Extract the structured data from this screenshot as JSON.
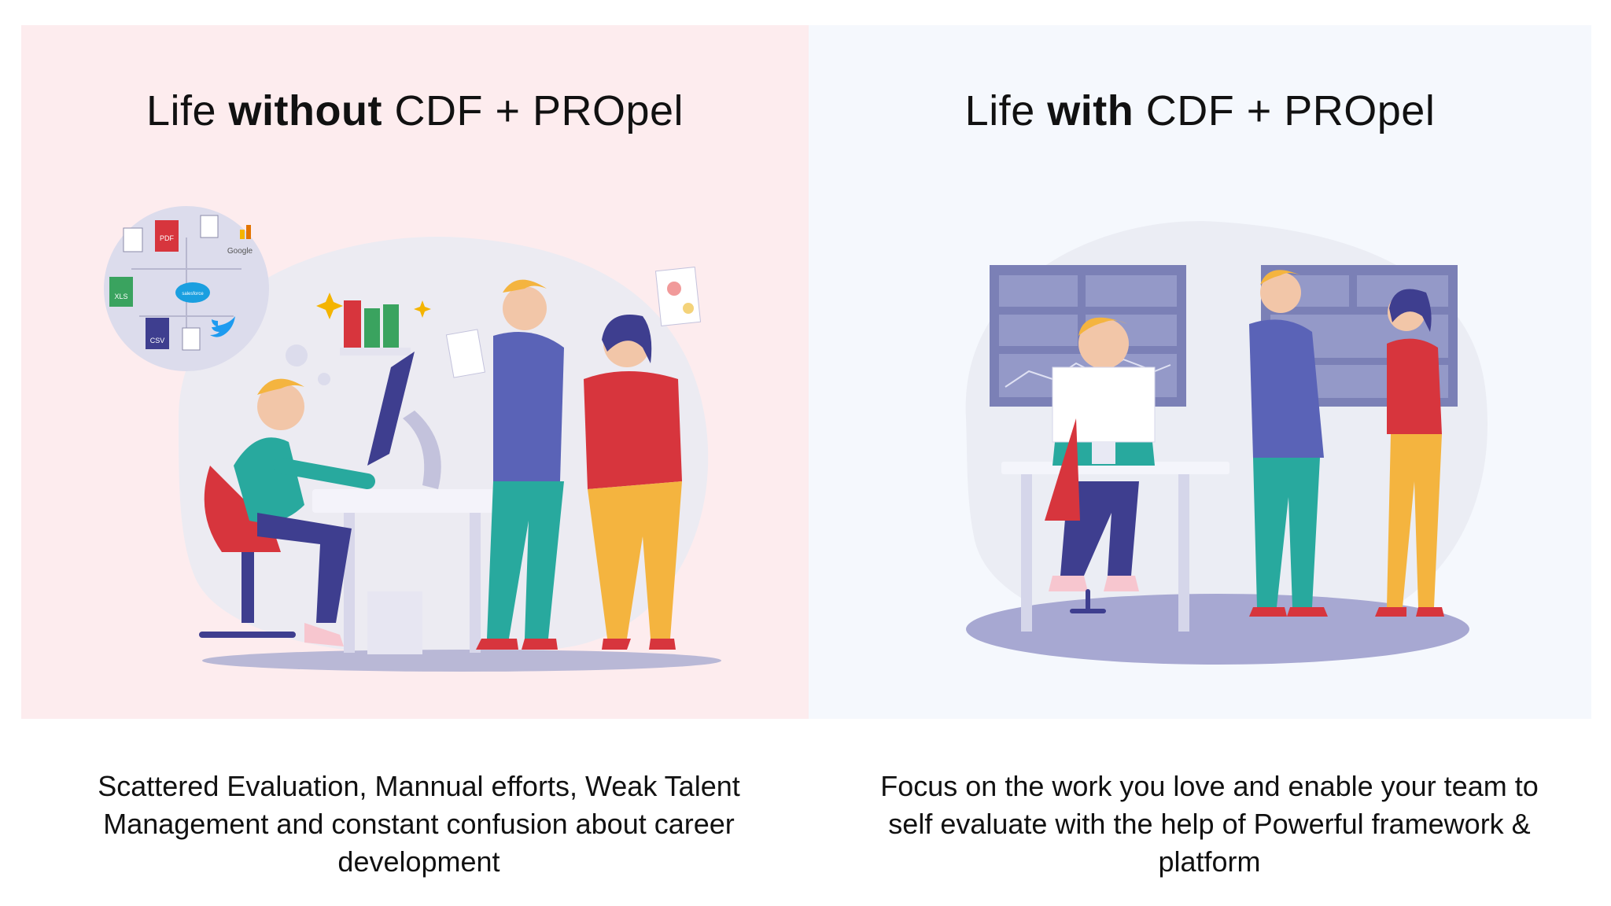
{
  "panels": {
    "without": {
      "title_prefix": "Life ",
      "title_emphasis": "without",
      "title_suffix": " CDF + PROpel",
      "caption": "Scattered Evaluation, Mannual efforts, Weak Talent Management and constant confusion about career development",
      "background": "#fdecee"
    },
    "with": {
      "title_prefix": "Life ",
      "title_emphasis": "with",
      "title_suffix": " CDF + PROpel",
      "caption": "Focus on the work you love and enable your team to self evaluate with the help of Powerful framework & platform",
      "background": "#f5f8fd"
    }
  },
  "illustration_labels": {
    "pdf": "PDF",
    "xls": "XLS",
    "csv": "CSV",
    "google": "Google",
    "salesforce": "salesforce"
  }
}
